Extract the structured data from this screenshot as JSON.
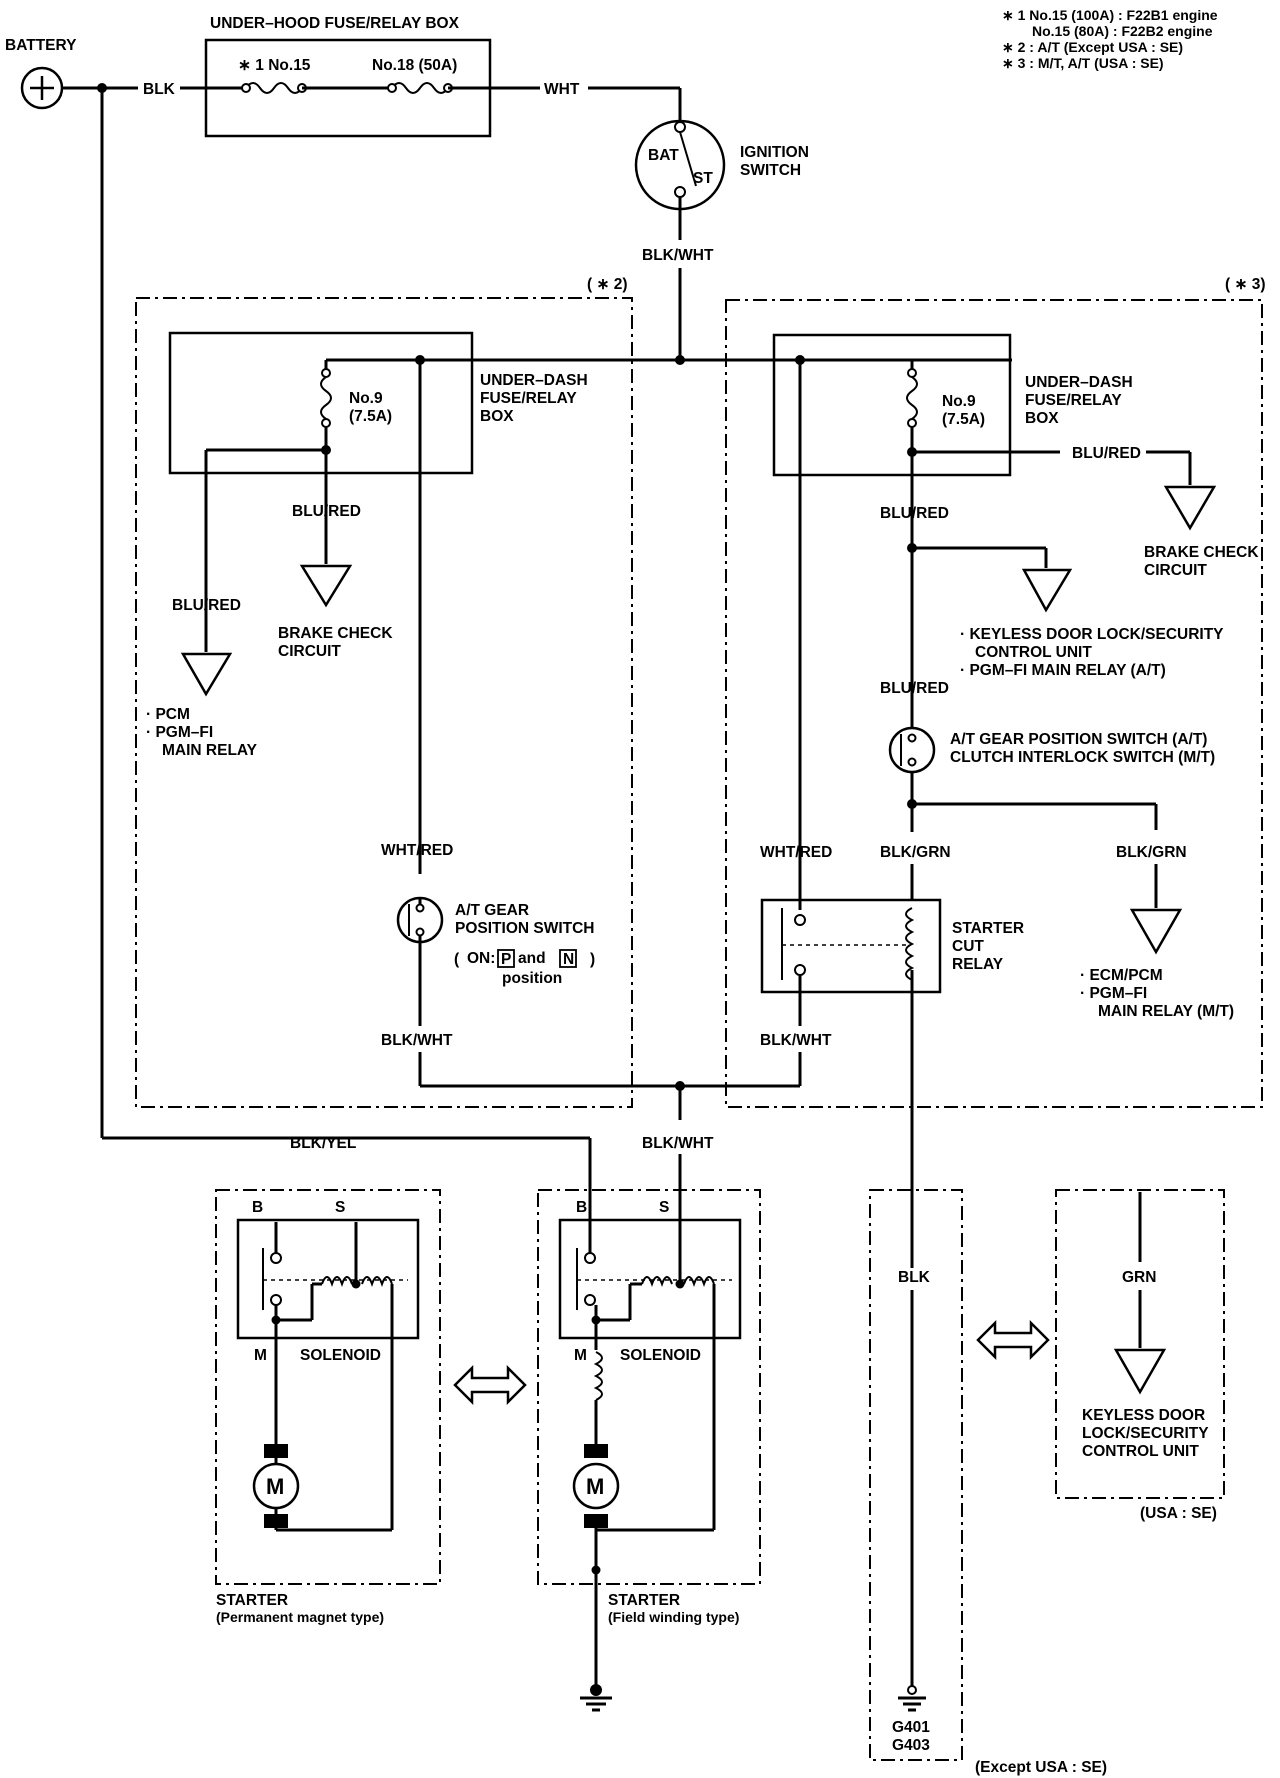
{
  "notes": {
    "n1a": "∗ 1 No.15 (100A) : F22B1 engine",
    "n1b": "No.15 (80A)   : F22B2 engine",
    "n2": "∗ 2 : A/T (Except USA : SE)",
    "n3": "∗ 3 : M/T, A/T (USA : SE)"
  },
  "battery": {
    "label": "BATTERY"
  },
  "fuse_box": {
    "title": "UNDER–HOOD FUSE/RELAY BOX",
    "fuse1": "∗ 1 No.15",
    "fuse2": "No.18 (50A)"
  },
  "ignition": {
    "bat": "BAT",
    "st": "ST",
    "label1": "IGNITION",
    "label2": "SWITCH"
  },
  "groups": {
    "g2": "( ∗ 2)",
    "g3": "( ∗ 3)"
  },
  "left": {
    "box1": "UNDER–DASH",
    "box2": "FUSE/RELAY",
    "box3": "BOX",
    "fuse1": "No.9",
    "fuse2": "(7.5A)",
    "blu_red_a": "BLU/RED",
    "blu_red_b": "BLU/RED",
    "brake1": "BRAKE CHECK",
    "brake2": "CIRCUIT",
    "pcm1": "· PCM",
    "pcm2": "· PGM–FI",
    "pcm3": "MAIN RELAY",
    "wht_red": "WHT/RED",
    "switch1": "A/T GEAR",
    "switch2": "POSITION SWITCH",
    "switch3_on": "ON:",
    "switch3_p": "P",
    "switch3_and": "and",
    "switch3_n": "N",
    "switch4": "position",
    "blk_wht": "BLK/WHT"
  },
  "right": {
    "box1": "UNDER–DASH",
    "box2": "FUSE/RELAY",
    "box3": "BOX",
    "fuse1": "No.9",
    "fuse2": "(7.5A)",
    "blu_red_a": "BLU/RED",
    "blu_red_b": "BLU/RED",
    "blu_red_c": "BLU/RED",
    "brake1": "BRAKE CHECK",
    "brake2": "CIRCUIT",
    "keyless1": "· KEYLESS DOOR LOCK/SECURITY",
    "keyless2": "CONTROL UNIT",
    "keyless3": "· PGM–FI MAIN RELAY (A/T)",
    "gear1": "A/T GEAR POSITION SWITCH (A/T)",
    "gear2": "CLUTCH INTERLOCK SWITCH (M/T)",
    "wht_red": "WHT/RED",
    "blk_grn_a": "BLK/GRN",
    "blk_grn_b": "BLK/GRN",
    "relay1": "STARTER",
    "relay2": "CUT",
    "relay3": "RELAY",
    "ecm1": "· ECM/PCM",
    "ecm2": "· PGM–FI",
    "ecm3": "MAIN RELAY (M/T)",
    "blk_wht": "BLK/WHT"
  },
  "wires": {
    "blk": "BLK",
    "wht": "WHT",
    "blk_wht_top": "BLK/WHT",
    "blk_yel": "BLK/YEL",
    "blk_wht_mid": "BLK/WHT"
  },
  "starters": {
    "b": "B",
    "s": "S",
    "m": "M",
    "solenoid": "SOLENOID",
    "motor": "M",
    "pm_title": "STARTER",
    "pm_sub": "(Permanent magnet type)",
    "fw_title": "STARTER",
    "fw_sub": "(Field winding type)"
  },
  "ground": {
    "blk": "BLK",
    "g401": "G401",
    "g403": "G403",
    "except": "(Except USA : SE)"
  },
  "alt": {
    "grn": "GRN",
    "k1": "KEYLESS DOOR",
    "k2": "LOCK/SECURITY",
    "k3": "CONTROL UNIT",
    "usa": "(USA : SE)"
  }
}
